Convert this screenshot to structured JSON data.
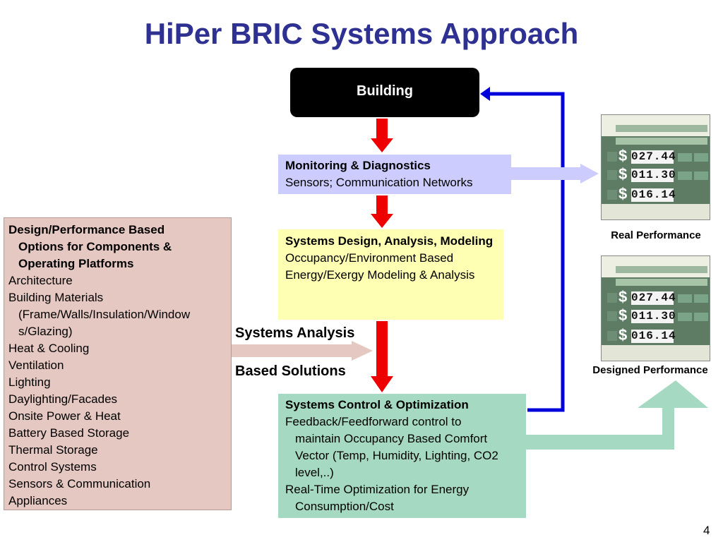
{
  "title": "HiPer BRIC Systems Approach",
  "building_label": "Building",
  "monitoring": {
    "heading": "Monitoring & Diagnostics",
    "body": "Sensors; Communication Networks"
  },
  "systems_design": {
    "heading": "Systems Design, Analysis, Modeling",
    "body": "Occupancy/Environment Based Energy/Exergy Modeling & Analysis"
  },
  "systems_control": {
    "heading": "Systems Control & Optimization",
    "item1": "Feedback/Feedforward control to",
    "item1_cont": "maintain Occupancy Based Comfort Vector (Temp, Humidity, Lighting, CO2 level,..)",
    "item2": "Real-Time Optimization for Energy",
    "item2_cont": "Consumption/Cost"
  },
  "design_options": {
    "heading": "Design/Performance Based",
    "heading_cont": "Options for Components & Operating Platforms",
    "items": [
      "Architecture",
      "Building Materials",
      "(Frame/Walls/Insulation/Window s/Glazing)",
      "Heat & Cooling",
      "Ventilation",
      "Lighting",
      "Daylighting/Facades",
      "Onsite Power & Heat",
      "Battery Based Storage",
      "Thermal Storage",
      "Control Systems",
      "Sensors & Communication",
      "Appliances"
    ]
  },
  "systems_analysis_label": "Systems Analysis",
  "based_solutions_label": "Based Solutions",
  "dashboards": [
    {
      "caption": "Real Performance",
      "values": [
        "027.44",
        "011.30",
        "016.14"
      ]
    },
    {
      "caption": "Designed Performance",
      "values": [
        "027.44",
        "011.30",
        "016.14"
      ]
    }
  ],
  "page_number": "4",
  "colors": {
    "title": "#2E3192",
    "red_arrow": "#EE0000",
    "blue_arrow": "#0000DD",
    "teal_arrow": "#A6D9C1",
    "lavender_arrow": "#CCCCFF",
    "pink_arrow": "#E6C8C2"
  }
}
